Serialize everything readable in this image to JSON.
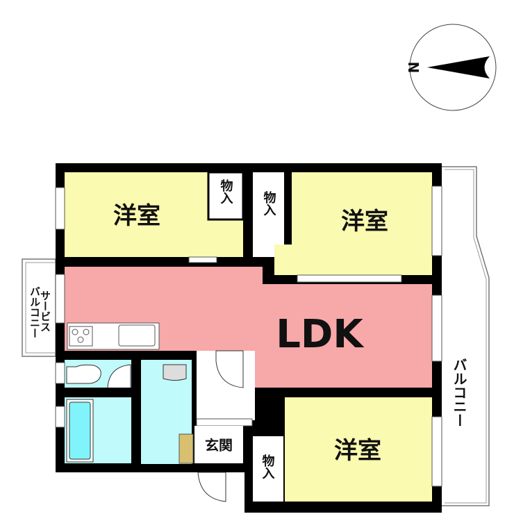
{
  "compass": {
    "north_label": "N"
  },
  "rooms": {
    "western_room_top_left": "洋室",
    "western_room_top_right": "洋室",
    "western_room_bottom": "洋室",
    "ldk": "LDK",
    "entrance": "玄関",
    "closet_top_left": "物入",
    "closet_top_middle": "物入",
    "closet_bottom": "物入",
    "balcony": "バルコニー",
    "service_balcony_line1": "サービス",
    "service_balcony_line2": "バルコニー"
  },
  "colors": {
    "western_room": "#fafab0",
    "ldk": "#f7a8a8",
    "wet_area": "#c0fafa",
    "bathtub": "#80f4fa",
    "wall": "#000000"
  }
}
